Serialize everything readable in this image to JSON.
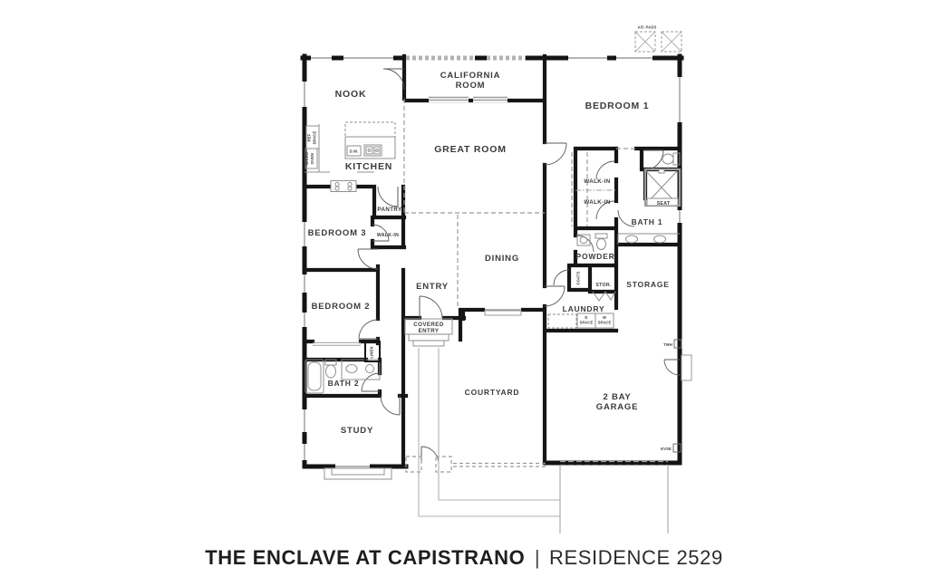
{
  "title": {
    "project": "THE ENCLAVE AT CAPISTRANO",
    "separator": "|",
    "residence": "RESIDENCE 2529"
  },
  "annotations": {
    "ac_pads": "A/C PADS",
    "twh": "TWH",
    "evse": "EVSE"
  },
  "rooms": {
    "nook": "NOOK",
    "california_room_l1": "CALIFORNIA",
    "california_room_l2": "ROOM",
    "great_room": "GREAT ROOM",
    "bedroom1": "BEDROOM 1",
    "kitchen": "KITCHEN",
    "pantry": "PANTRY",
    "bedroom3": "BEDROOM 3",
    "bedroom2": "BEDROOM 2",
    "entry": "ENTRY",
    "dining": "DINING",
    "covered_entry_l1": "COVERED",
    "covered_entry_l2": "ENTRY",
    "bath1": "BATH 1",
    "bath2": "BATH 2",
    "powder": "POWDER",
    "storage": "STORAGE",
    "laundry": "LAUNDRY",
    "study": "STUDY",
    "courtyard": "COURTYARD",
    "garage_l1": "2 BAY",
    "garage_l2": "GARAGE"
  },
  "closets": {
    "walkin_primary_1": "WALK-IN",
    "walkin_primary_2": "WALK-IN",
    "walkin_bedroom3": "WALK-IN",
    "coats": "COATS",
    "stor": "STOR.",
    "linen": "LINEN"
  },
  "fixtures": {
    "dw": "D.W.",
    "seat": "SEAT",
    "ref_space_l1": "REF",
    "ref_space_l2": "SPACE",
    "micro_oven_l1": "MICRO",
    "micro_oven_l2": "OVEN",
    "dryer_l1": "D",
    "dryer_l2": "SPACE",
    "washer_l1": "W",
    "washer_l2": "SPACE"
  },
  "colors": {
    "wall": "#141414",
    "fixture_gray": "#8f8f8f",
    "dash_gray": "#9b9b9b",
    "text": "#3b3b3b",
    "background": "#ffffff"
  }
}
